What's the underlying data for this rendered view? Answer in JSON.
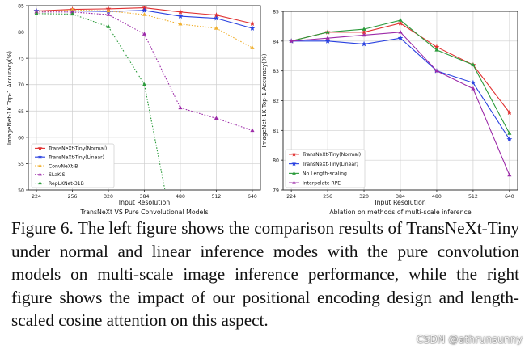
{
  "caption": "Figure 6.   The left figure shows the comparison results of TransNeXt-Tiny under normal and linear inference modes with the pure convolution models on multi-scale image inference performance, while the right figure shows the impact of our positional encoding design and length-scaled cosine attention on this aspect.",
  "watermark": "CSDN @athrunsunny",
  "chart_data": [
    {
      "type": "line",
      "title": "TransNeXt VS Pure Convolutional Models",
      "xlabel": "Input Resolution",
      "ylabel": "ImageNet-1K Top-1 Accuracy(%)",
      "x": [
        "224",
        "256",
        "320",
        "384",
        "480",
        "512",
        "640"
      ],
      "ylim": [
        50,
        85
      ],
      "yticks": [
        50,
        55,
        60,
        65,
        70,
        75,
        80,
        85
      ],
      "grid": true,
      "legend": "bottom-left",
      "series": [
        {
          "name": "TransNeXt-Tiny(Normal)",
          "color": "#e03030",
          "marker": "star",
          "dash": "solid",
          "values": [
            84.0,
            84.3,
            84.4,
            84.6,
            83.8,
            83.2,
            81.6
          ]
        },
        {
          "name": "TransNeXt-Tiny(Linear)",
          "color": "#2840e0",
          "marker": "star",
          "dash": "solid",
          "values": [
            84.0,
            84.0,
            83.9,
            84.1,
            83.0,
            82.6,
            80.7
          ]
        },
        {
          "name": "ConvNeXt-B",
          "color": "#f0b030",
          "marker": "triangle",
          "dash": "dotted",
          "values": [
            83.8,
            84.2,
            84.0,
            83.3,
            81.5,
            80.7,
            77.0
          ]
        },
        {
          "name": "SLaK-S",
          "color": "#9c2aa8",
          "marker": "triangle",
          "dash": "dotted",
          "values": [
            83.8,
            83.8,
            83.3,
            79.6,
            65.6,
            63.6,
            61.3
          ]
        },
        {
          "name": "RepLKNet-31B",
          "color": "#2a9a3a",
          "marker": "triangle",
          "dash": "dotted",
          "values": [
            83.5,
            83.4,
            81.0,
            70.0,
            35.0,
            null,
            null
          ]
        }
      ]
    },
    {
      "type": "line",
      "title": "Ablation on methods of multi-scale inference",
      "xlabel": "Input Resolution",
      "ylabel": "ImageNet-1K Top-1 Accuracy(%)",
      "x": [
        "224",
        "256",
        "320",
        "384",
        "480",
        "512",
        "640"
      ],
      "ylim": [
        79,
        85
      ],
      "yticks": [
        79,
        80,
        81,
        82,
        83,
        84,
        85
      ],
      "grid": true,
      "legend": "bottom-left",
      "series": [
        {
          "name": "TransNeXt-Tiny(Normal)",
          "color": "#e03030",
          "marker": "star",
          "dash": "solid",
          "values": [
            84.0,
            84.3,
            84.3,
            84.6,
            83.8,
            83.2,
            81.6
          ]
        },
        {
          "name": "TransNeXt-Tiny(Linear)",
          "color": "#2840e0",
          "marker": "star",
          "dash": "solid",
          "values": [
            84.0,
            84.0,
            83.9,
            84.1,
            83.0,
            82.6,
            80.7
          ]
        },
        {
          "name": "No Length-scaling",
          "color": "#2a9a3a",
          "marker": "triangle",
          "dash": "solid",
          "values": [
            84.0,
            84.3,
            84.4,
            84.7,
            83.7,
            83.2,
            80.9
          ]
        },
        {
          "name": "Interpolate RPE",
          "color": "#9c2aa8",
          "marker": "triangle",
          "dash": "solid",
          "values": [
            84.0,
            84.1,
            84.2,
            84.3,
            83.0,
            82.4,
            79.5
          ]
        }
      ]
    }
  ]
}
